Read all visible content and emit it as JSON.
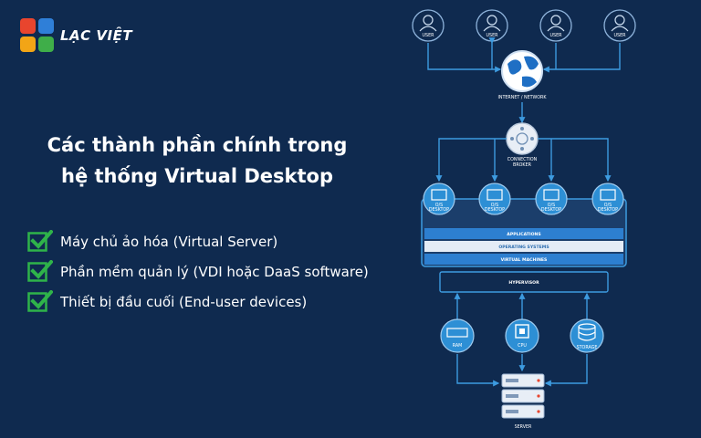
{
  "brand": {
    "name": "LẠC VIỆT",
    "colors": {
      "red": "#e8452e",
      "blue": "#2f7fd8",
      "orange": "#f2a516",
      "green": "#3fae49"
    }
  },
  "heading": {
    "line1": "Các thành phần chính trong",
    "line2": "hệ thống Virtual Desktop"
  },
  "components": [
    {
      "text": "Máy chủ ảo hóa (Virtual Server)",
      "icon": "check-icon"
    },
    {
      "text": "Phần mềm quản lý (VDI hoặc DaaS software)",
      "icon": "check-icon"
    },
    {
      "text": "Thiết bị đầu cuối (End-user devices)",
      "icon": "check-icon"
    }
  ],
  "diagram": {
    "users": [
      "USER",
      "USER",
      "USER",
      "USER"
    ],
    "network_label": "INTERNET / NETWORK",
    "broker_label_1": "CONNECTION",
    "broker_label_2": "BROKER",
    "desktops": [
      {
        "os": "O/S",
        "label": "DESKTOP"
      },
      {
        "os": "O/S",
        "label": "DESKTOP"
      },
      {
        "os": "O/S",
        "label": "DESKTOP"
      },
      {
        "os": "O/S",
        "label": "DESKTOP"
      }
    ],
    "layers": [
      "APPLICATIONS",
      "OPERATING SYSTEMS",
      "VIRTUAL MACHINES"
    ],
    "hypervisor": "HYPERVISOR",
    "resources": [
      "RAM",
      "CPU",
      "STORAGE"
    ],
    "server": "SERVER",
    "colors": {
      "accent": "#29a3e6",
      "line": "#3d9be0",
      "bg": "#0f2a4f"
    }
  }
}
